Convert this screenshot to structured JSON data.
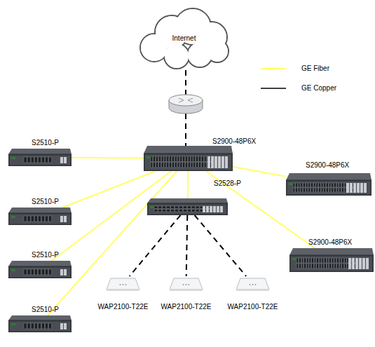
{
  "diagram": {
    "nodes": [
      {
        "text": [
          "Internet"
        ]
      },
      {
        "text": [
          "S2900-48P6X"
        ]
      },
      {
        "text": [
          "S2510-P"
        ]
      },
      {
        "text": [
          "S2510-P"
        ]
      },
      {
        "text": [
          "S2510-P"
        ]
      },
      {
        "text": [
          "S2510-P"
        ]
      },
      {
        "text": [
          "S2528-P"
        ]
      },
      {
        "text": [
          "S2900-48P6X"
        ]
      },
      {
        "text": [
          "S2900-48P6X"
        ]
      },
      {
        "text": [
          "WAP2100-T22E"
        ]
      },
      {
        "text": [
          "WAP2100-T22E"
        ]
      },
      {
        "text": [
          "WAP2100-T22E"
        ]
      }
    ],
    "edges": [
      {
        "from": 1,
        "to": 2,
        "arrow": "none"
      },
      {
        "from": 1,
        "to": 3,
        "arrow": "none"
      },
      {
        "from": 1,
        "to": 4,
        "arrow": "none"
      },
      {
        "from": 1,
        "to": 5,
        "arrow": "none"
      },
      {
        "from": 1,
        "to": 6,
        "arrow": "none"
      },
      {
        "from": 1,
        "to": 7,
        "arrow": "none"
      },
      {
        "from": 1,
        "to": 8,
        "arrow": "none"
      },
      {
        "from": 6,
        "to": 9,
        "arrow": "none"
      },
      {
        "from": 6,
        "to": 10,
        "arrow": "none"
      },
      {
        "from": 6,
        "to": 11,
        "arrow": "none"
      }
    ],
    "legend": [
      {
        "text": "GE Fiber"
      },
      {
        "text": "GE Copper"
      }
    ]
  }
}
